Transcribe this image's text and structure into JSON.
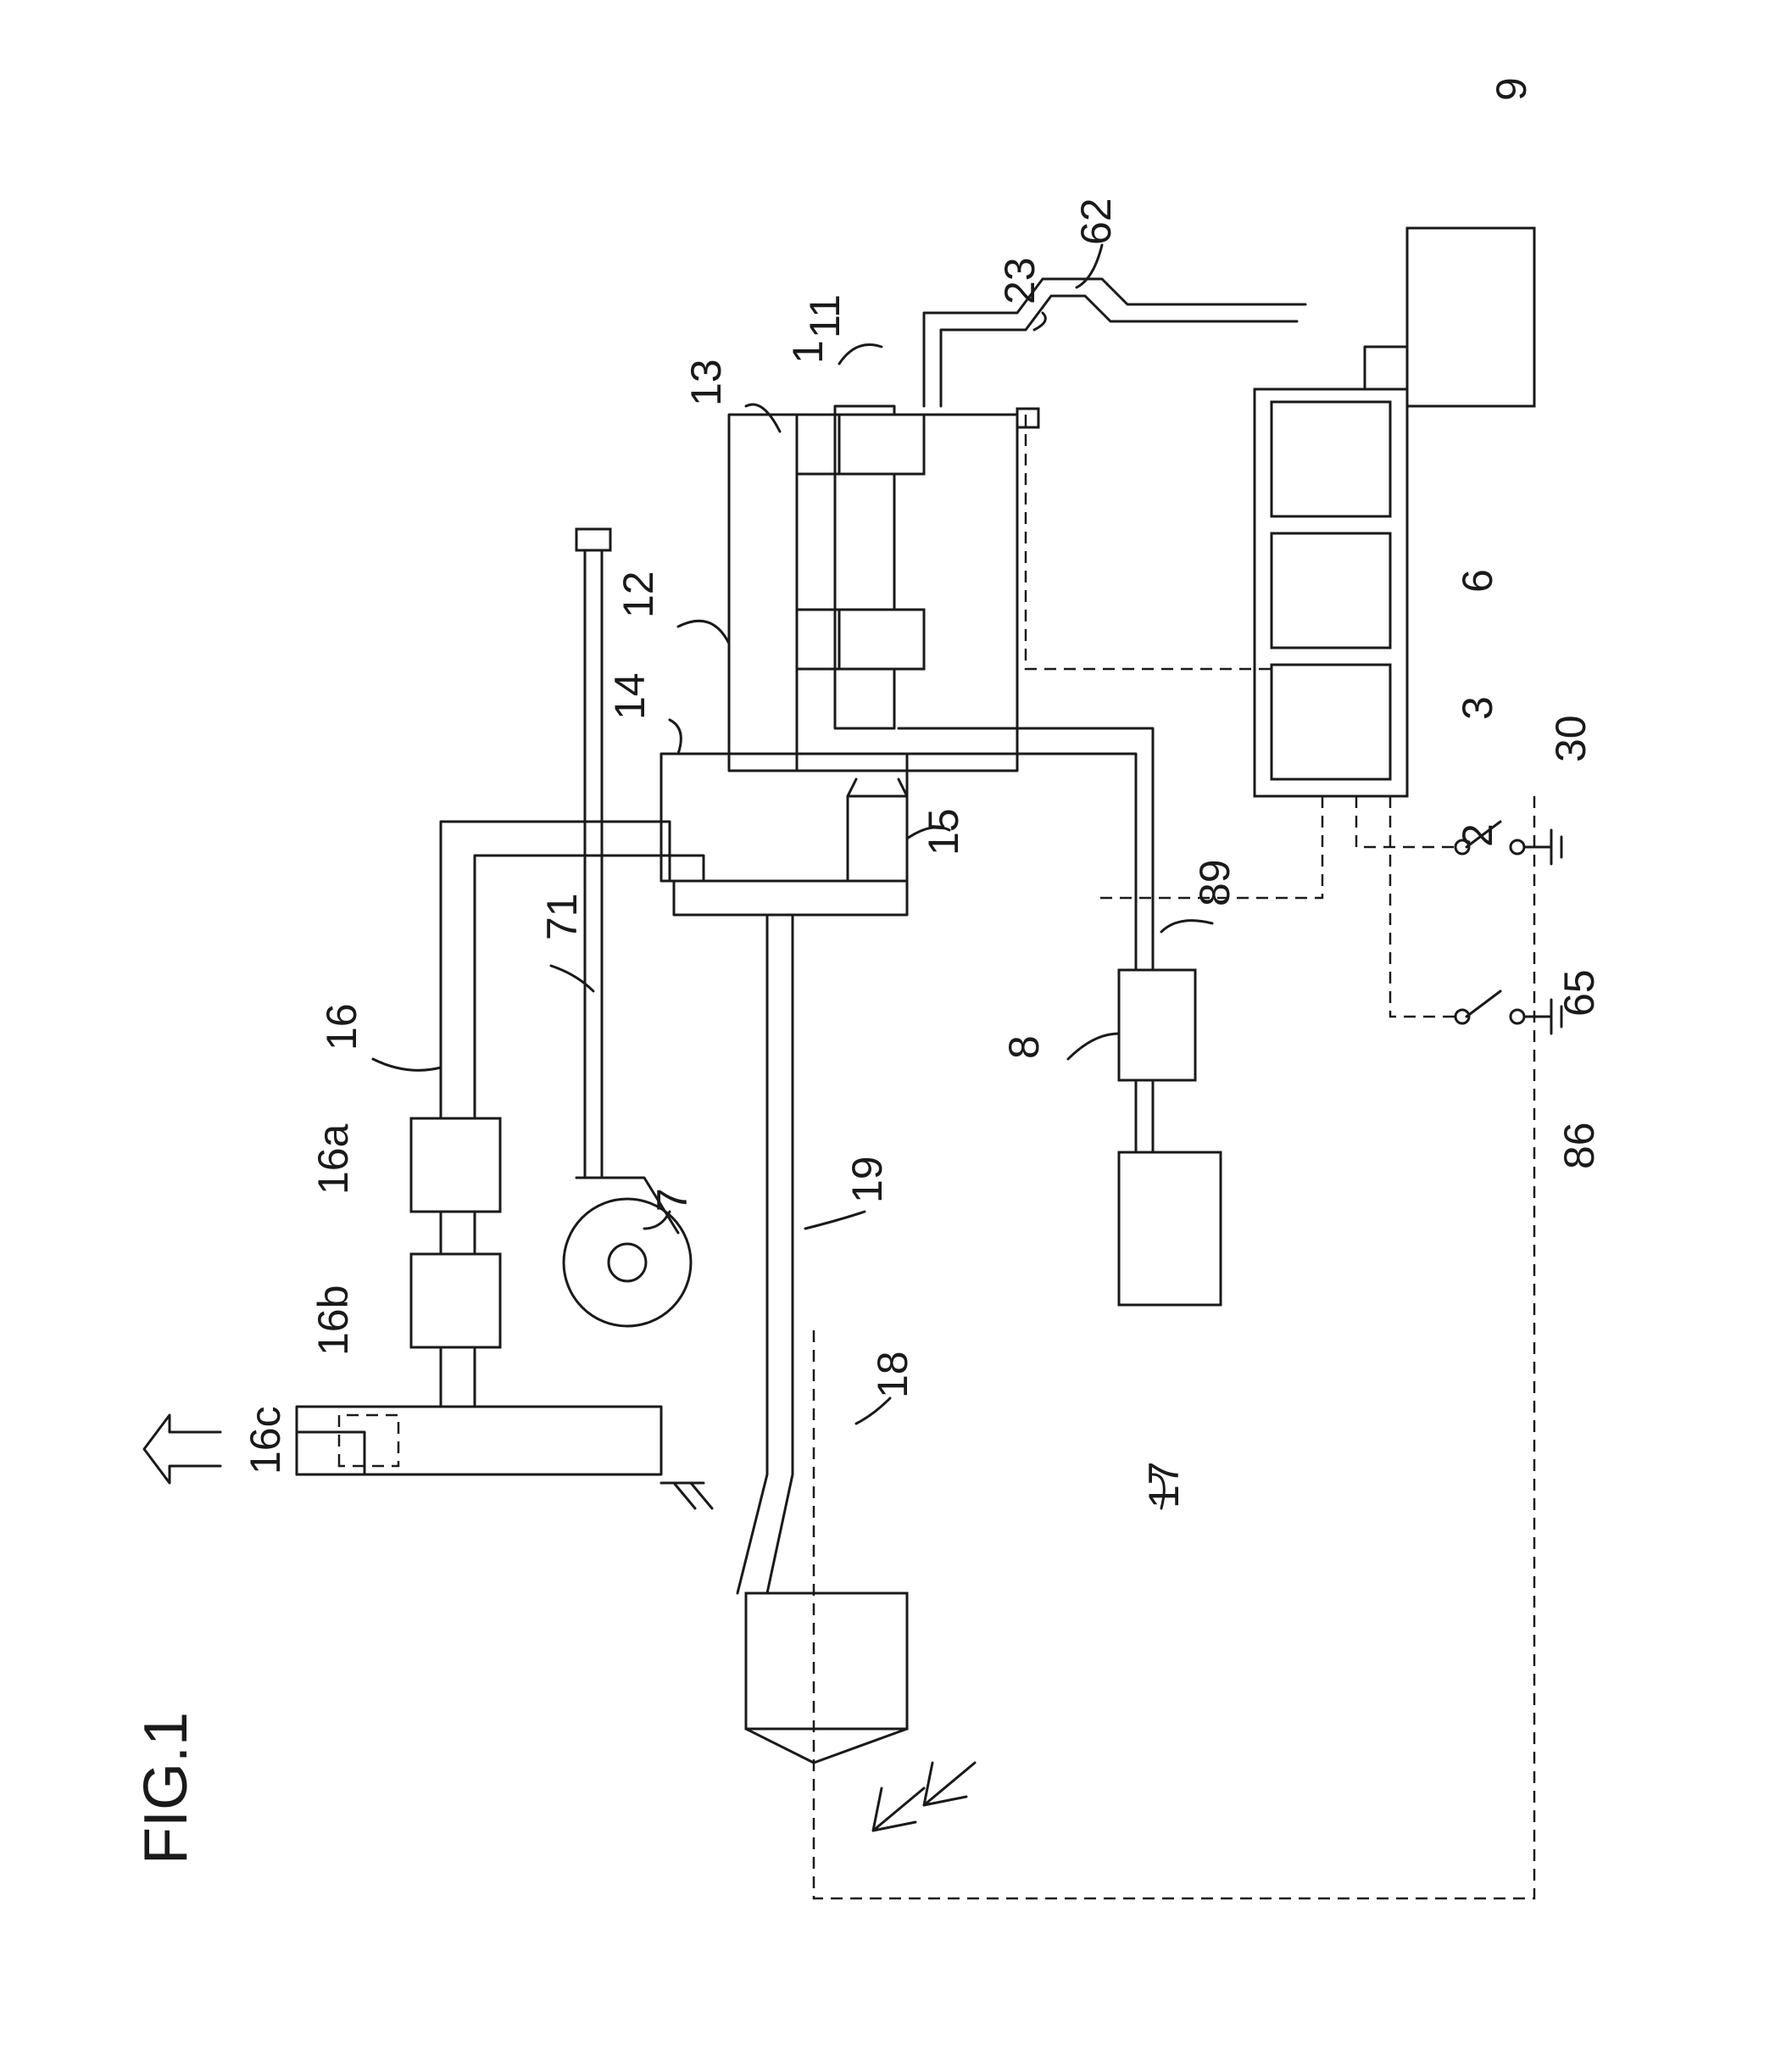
{
  "figure": {
    "title": "FIG.1",
    "labels": {
      "n1": "1",
      "n2": "2",
      "n3": "3",
      "n6": "6",
      "n7": "7",
      "n8": "8",
      "n9": "9",
      "n11": "11",
      "n12": "12",
      "n13": "13",
      "n14": "14",
      "n15": "15",
      "n16": "16",
      "n16a": "16a",
      "n16b": "16b",
      "n16c": "16c",
      "n17": "17",
      "n18": "18",
      "n19": "19",
      "n23": "23",
      "n30": "30",
      "n62": "62",
      "n65": "65",
      "n71": "71",
      "n86": "86",
      "n89": "89"
    }
  }
}
